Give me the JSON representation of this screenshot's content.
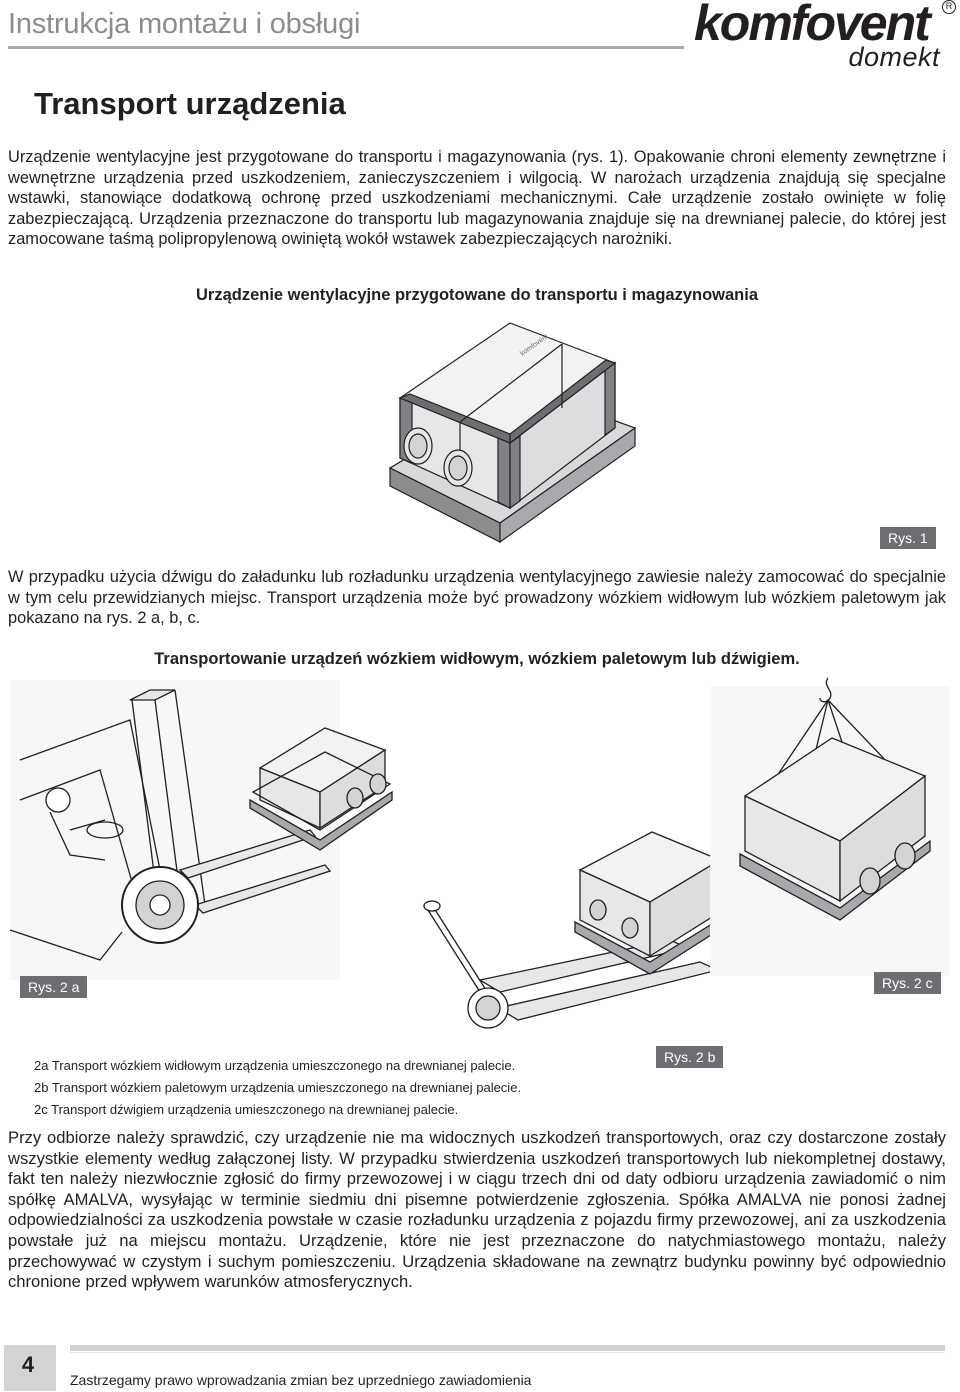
{
  "header": {
    "title": "Instrukcja montażu i obsługi",
    "logo_main": "komfovent",
    "logo_registered": "R",
    "logo_sub": "domekt"
  },
  "section": {
    "title": "Transport urządzenia"
  },
  "paragraphs": {
    "p1": "Urządzenie wentylacyjne jest przygotowane do transportu i magazynowania (rys. 1). Opakowanie chroni elementy zewnętrzne i wewnętrzne urządzenia przed uszkodzeniem, zanieczyszczeniem i wilgocią. W narożach urządzenia znajdują się specjalne wstawki, stanowiące dodatkową ochronę przed uszkodzeniami mechanicznymi. Całe urządzenie zostało owinięte w folię zabezpieczającą. Urządzenia przeznaczone do transportu lub magazynowania znajduje się na drewnianej palecie, do której jest zamocowane taśmą polipropylenową owiniętą wokół wstawek zabezpieczających narożniki.",
    "p2": "W przypadku użycia dźwigu do załadunku lub rozładunku urządzenia wentylacyjnego zawiesie należy zamocować do specjalnie w tym celu przewidzianych miejsc. Transport urządzenia może być prowadzony wózkiem widłowym lub wózkiem paletowym jak pokazano na rys. 2 a, b, c.",
    "p3": "Przy odbiorze należy sprawdzić, czy urządzenie nie ma widocznych uszkodzeń transportowych, oraz czy dostarczone zostały wszystkie elementy według załączonej listy. W przypadku stwierdzenia uszkodzeń transportowych lub niekompletnej dostawy, fakt ten należy niezwłocznie zgłosić do firmy przewozowej i w ciągu trzech dni od daty odbioru urządzenia zawiadomić o nim spółkę AMALVA, wysyłając w terminie siedmiu dni pisemne potwierdzenie zgłoszenia. Spółka AMALVA nie ponosi żadnej odpowiedzialności za uszkodzenia powstałe w czasie rozładunku urządzenia z pojazdu firmy przewozowej, ani za uszkodzenia powstałe już na miejscu montażu. Urządzenie, które nie jest przeznaczone do natychmiastowego montażu, należy przechowywać w czystym i suchym pomieszczeniu. Urządzenia składowane na zewnątrz budynku powinny być odpowiednio chronione przed wpływem warunków atmosferycznych."
  },
  "figures": {
    "caption1": "Urządzenie wentylacyjne przygotowane do transportu i magazynowania",
    "label1": "Rys. 1",
    "caption2": "Transportowanie urządzeń wózkiem widłowym, wózkiem paletowym lub dźwigiem.",
    "label2a": "Rys. 2 a",
    "label2b": "Rys. 2 b",
    "label2c": "Rys. 2 c",
    "unit_brand": "komfovent"
  },
  "legend": [
    "2a Transport wózkiem widłowym urządzenia umieszczonego na drewnianej palecie.",
    "2b Transport wózkiem paletowym urządzenia umieszczonego na drewnianej palecie.",
    "2c Transport dźwigiem urządzenia umieszczonego na drewnianej palecie."
  ],
  "footer": {
    "page_number": "4",
    "text": "Zastrzegamy prawo wprowadzania zmian bez uprzedniego zawiadomienia"
  },
  "colors": {
    "text": "#231f20",
    "header_gray": "#8a8c8e",
    "label_bg": "#6d6e71",
    "footer_bar": "#d1d3d4"
  }
}
